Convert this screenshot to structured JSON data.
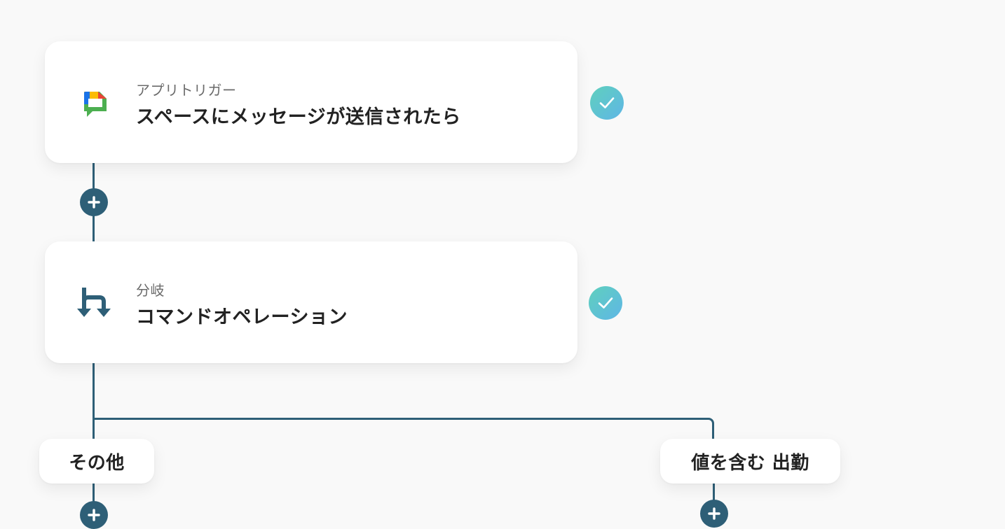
{
  "flow": {
    "trigger": {
      "kind_label": "アプリトリガー",
      "title": "スペースにメッセージが送信されたら",
      "icon": "google-chat-icon",
      "status": "completed"
    },
    "branch": {
      "kind_label": "分岐",
      "title": "コマンドオペレーション",
      "icon": "branch-icon",
      "status": "completed"
    },
    "branches": [
      {
        "label": "その他"
      },
      {
        "label": "値を含む 出勤"
      }
    ]
  },
  "colors": {
    "connector": "#2e5f77",
    "check_gradient_start": "#5fd0bd",
    "check_gradient_end": "#5fb6e6",
    "background": "#f9f9f9"
  }
}
